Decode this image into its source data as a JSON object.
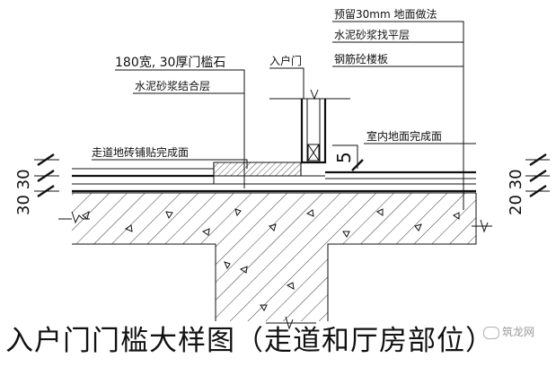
{
  "caption": "入户门门槛大样图（走道和厅房部位）",
  "labels": {
    "threshold_stone": "180宽, 30厚门槛石",
    "mortar_bond": "水泥砂浆结合层",
    "entry_door": "入户门",
    "corridor_floor": "走道地砖铺贴完成面",
    "reserve_30": "预留30mm 地面做法",
    "mortar_screed": "水泥砂浆找平层",
    "rc_slab": "钢筋砼楼板",
    "indoor_floor": "室内地面完成面"
  },
  "dimensions": {
    "left_stack": "30 30",
    "right_stack": "20 30",
    "step": "5"
  },
  "watermark": "筑龙网"
}
